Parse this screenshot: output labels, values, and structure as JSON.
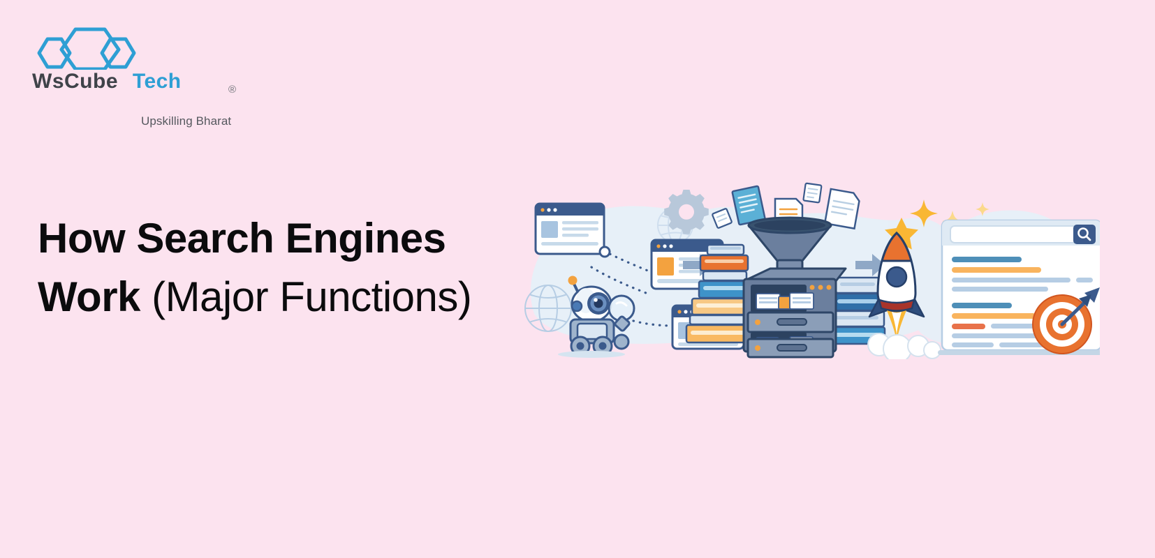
{
  "page": {
    "background_color": "#fce3ef"
  },
  "logo": {
    "name_part1": "WsCube",
    "name_part1_display": "WsCube",
    "name_part2": "Tech",
    "registered_mark": "®",
    "tagline": "Upskilling Bharat",
    "color_dark": "#3f4349",
    "color_blue": "#2e9fd4",
    "mark_icon": "hexagon-cluster-icon"
  },
  "headline": {
    "bold_text": "How Search Engines Work",
    "light_text": " (Major Functions)",
    "line1_bold": "How Search Engines",
    "line2_bold": "Work",
    "line2_light": " (Major Functions)",
    "color": "#0b0b0d"
  },
  "illustration": {
    "alt": "Search engine process diagram: crawling, indexing, ranking",
    "stages": [
      {
        "name": "crawling",
        "icons": [
          "crawler-robot-icon",
          "magnifier-icon",
          "browser-window-icon",
          "gear-icon",
          "globe-icon",
          "dotted-link-path"
        ]
      },
      {
        "name": "indexing",
        "icons": [
          "funnel-icon",
          "document-icon",
          "filing-cabinet-icon",
          "book-stack-icon"
        ]
      },
      {
        "name": "ranking",
        "icons": [
          "rocket-icon",
          "star-icon",
          "sparkle-icon",
          "search-results-window-icon",
          "target-bullseye-icon",
          "search-icon"
        ]
      }
    ],
    "arrows": [
      "arrow-right-icon",
      "arrow-right-icon"
    ],
    "palette": {
      "navy": "#3b5a8c",
      "slate": "#546c91",
      "light_blue": "#a8c4e0",
      "pale_blue": "#dce8f4",
      "orange": "#f3a23f",
      "deep_orange": "#e8703a",
      "steel": "#6b7f9e",
      "white": "#ffffff",
      "blob": "#e4eff8"
    }
  }
}
